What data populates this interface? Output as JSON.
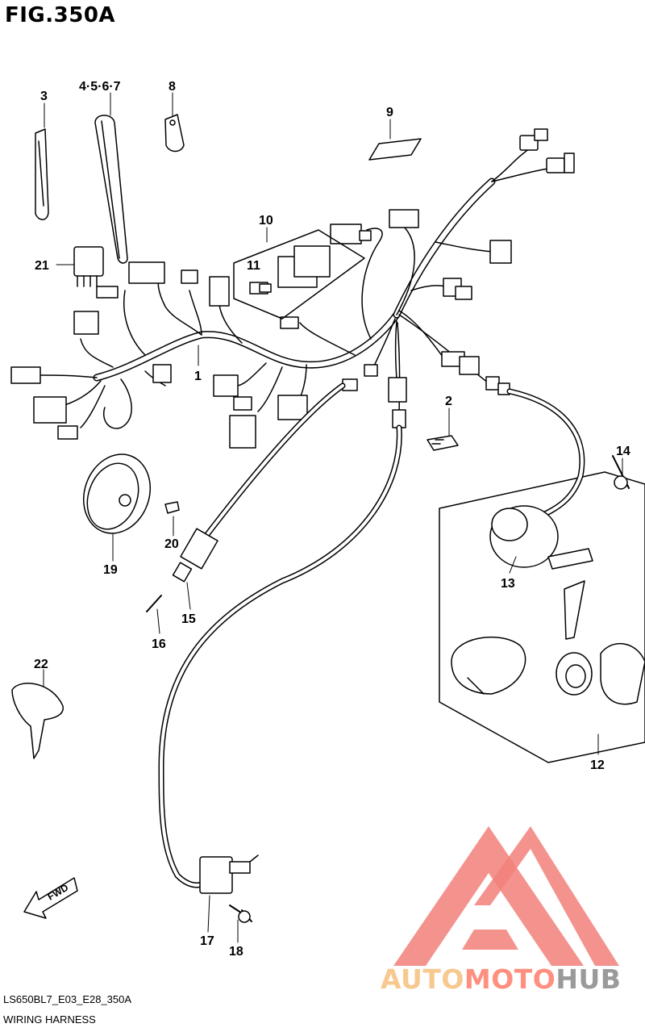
{
  "figure": {
    "title": "FIG.350A",
    "code": "LS650BL7_E03_E28_350A",
    "name": "WIRING HARNESS"
  },
  "parts": {
    "p1": "1",
    "p2": "2",
    "p3": "3",
    "p4567": "4·5·6·7",
    "p8": "8",
    "p9": "9",
    "p10": "10",
    "p11": "11",
    "p12": "12",
    "p13": "13",
    "p14": "14",
    "p15": "15",
    "p16": "16",
    "p17": "17",
    "p18": "18",
    "p19": "19",
    "p20": "20",
    "p21": "21",
    "p22": "22"
  },
  "direction_marker": "FWD",
  "watermark": {
    "part1": "AUTO",
    "part2": "MOTO",
    "part3": "HUB",
    "colors": {
      "auto": "#f7c98f",
      "moto": "#ff8f7f",
      "hub": "#9a9a9a",
      "triangle": "#f2807a"
    }
  }
}
